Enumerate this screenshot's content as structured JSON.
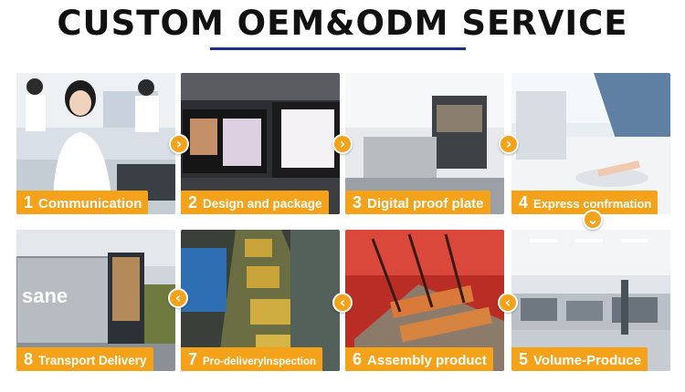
{
  "title": "CUSTOM OEM&ODM SERVICE",
  "steps": [
    {
      "num": "1",
      "label": "Communication"
    },
    {
      "num": "2",
      "label": "Design and package"
    },
    {
      "num": "3",
      "label": "Digital proof plate"
    },
    {
      "num": "4",
      "label": "Express confrmation"
    },
    {
      "num": "5",
      "label": "Volume-Produce"
    },
    {
      "num": "6",
      "label": "Assembly product"
    },
    {
      "num": "7",
      "label": "Pro-deliveryInspection"
    },
    {
      "num": "8",
      "label": "Transport Delivery"
    }
  ],
  "truck_text": "sane",
  "colors": {
    "accent": "#f5a21b",
    "title_underline": "#1b2f8a",
    "title": "#111111"
  },
  "arrow_icons": [
    "chevron-right-icon",
    "chevron-down-icon",
    "chevron-left-icon"
  ]
}
